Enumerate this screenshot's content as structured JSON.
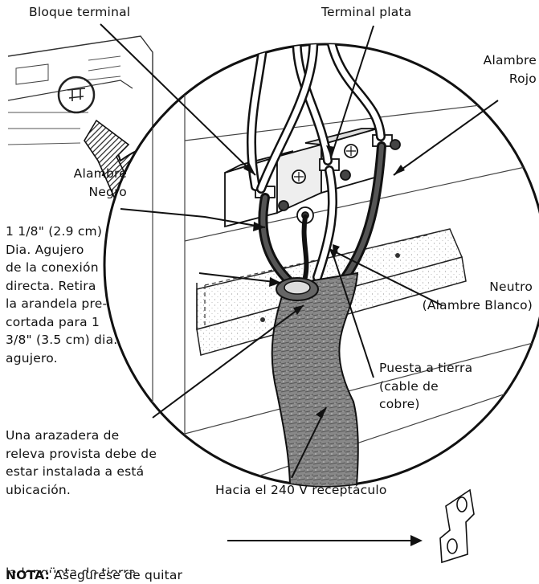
{
  "labels": {
    "terminal_block": "Bloque terminal",
    "silver_terminal": "Terminal plata",
    "red_wire": "Alambre\nRojo",
    "black_wire": "Alambre\nNegro",
    "hole_size": "1 1/8\" (2.9 cm)\nDia. Agujero\nde la conexión\ndirecta. Retira\nla arandela pre-\ncortada para 1\n3/8\" (3.5 cm) dia.\nagujero.",
    "neutral": "Neutro\n(Alambre Blanco)",
    "ground": "Puesta a tierra\n(cable de\ncobre)",
    "strain_relief": "Una arazadera de\nreleva provista debe de\nestar instalada a está\nubicación.",
    "receptacle": "Hacia el 240 V receptáculo"
  },
  "note": {
    "heading": "NOTA:",
    "text": " Asegurese de quitar",
    "text_cut": "la lengüeta de tierra"
  }
}
